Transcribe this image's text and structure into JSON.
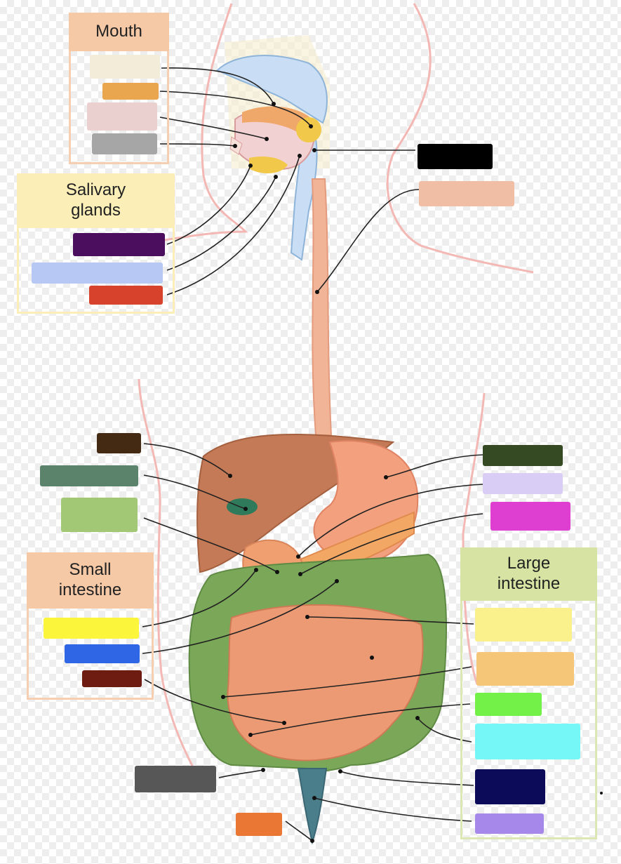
{
  "groups": {
    "mouth": {
      "title": "Mouth",
      "border_color": "#f6cfb2",
      "header_color": "#f5c8a6"
    },
    "salivary": {
      "title": "Salivary\nglands",
      "border_color": "#fbeeb7",
      "header_color": "#fbeeb7"
    },
    "small_intestine": {
      "title": "Small\nintestine",
      "border_color": "#f6cfb2",
      "header_color": "#f5c8a6"
    },
    "large_intestine": {
      "title": "Large\nintestine",
      "border_color": "#dde7b4",
      "header_color": "#d6e3a2"
    }
  },
  "label_boxes": [
    {
      "id": "mouth-1",
      "color": "#f3ecd8"
    },
    {
      "id": "mouth-2",
      "color": "#e9a64f"
    },
    {
      "id": "mouth-3",
      "color": "#ebd0d0"
    },
    {
      "id": "mouth-4",
      "color": "#a6a6a6"
    },
    {
      "id": "salivary-1",
      "color": "#4b0e5e"
    },
    {
      "id": "salivary-2",
      "color": "#b6c8f3"
    },
    {
      "id": "salivary-3",
      "color": "#d6422b"
    },
    {
      "id": "pharynx",
      "color": "#000000"
    },
    {
      "id": "esophagus",
      "color": "#f0bda5"
    },
    {
      "id": "liver",
      "color": "#452a13"
    },
    {
      "id": "gallbladder",
      "color": "#5b826b"
    },
    {
      "id": "duodenum",
      "color": "#a2c775"
    },
    {
      "id": "stomach",
      "color": "#354a22"
    },
    {
      "id": "spleen",
      "color": "#d9cdf6"
    },
    {
      "id": "pancreas",
      "color": "#df3fd0"
    },
    {
      "id": "small-1",
      "color": "#fbf53c"
    },
    {
      "id": "small-2",
      "color": "#2f66e5"
    },
    {
      "id": "small-3",
      "color": "#6e1b12"
    },
    {
      "id": "large-1",
      "color": "#faf08c"
    },
    {
      "id": "large-2",
      "color": "#f5c677"
    },
    {
      "id": "large-3",
      "color": "#74f148"
    },
    {
      "id": "large-4",
      "color": "#74f7f6"
    },
    {
      "id": "large-5",
      "color": "#0c0b59"
    },
    {
      "id": "large-6",
      "color": "#a688ea"
    },
    {
      "id": "appendix",
      "color": "#575757"
    },
    {
      "id": "anus",
      "color": "#ea7834"
    }
  ]
}
